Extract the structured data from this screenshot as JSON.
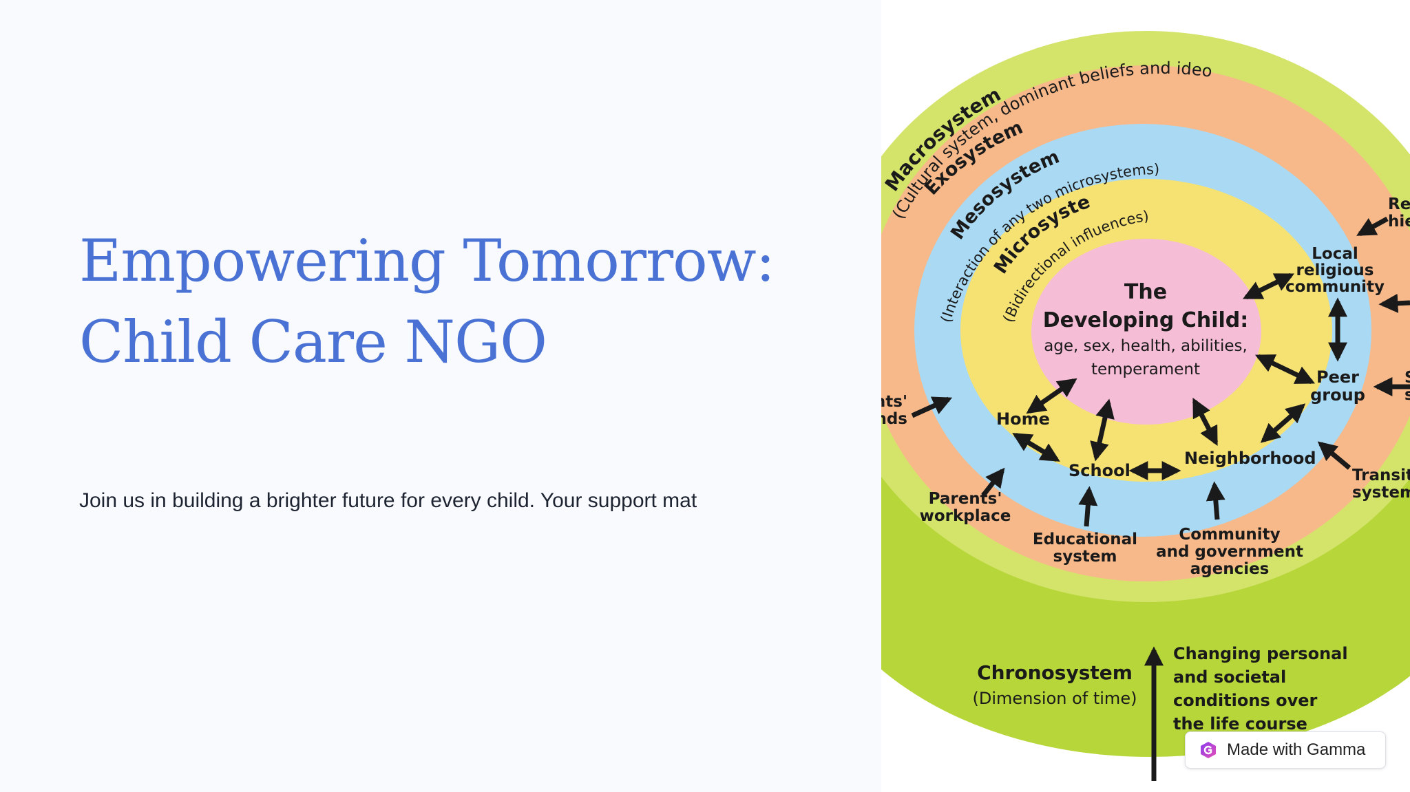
{
  "slide": {
    "title": "Empowering Tomorrow: Child Care NGO",
    "subtitle": "Join us in building a brighter future for every child. Your support mat"
  },
  "diagram": {
    "macrosystem": {
      "label": "Macrosystem",
      "description": "(Cultural system, dominant beliefs and ideologies"
    },
    "exosystem": "Exosystem",
    "mesosystem": {
      "label": "Mesosystem",
      "description": "(Interaction of any two microsystems)"
    },
    "microsystem": {
      "label": "Microsystem",
      "description": "(Bidirectional influences)"
    },
    "center": {
      "line1": "The",
      "line2": "Developing Child:",
      "line3": "age, sex, health, abilities,",
      "line4": "temperament"
    },
    "micro_nodes": {
      "home": "Home",
      "school": "School",
      "neighborhood": "Neighborhood",
      "peer_line1": "Peer",
      "peer_line2": "group",
      "religious_line1": "Local",
      "religious_line2": "religious",
      "religious_line3": "community"
    },
    "exo_nodes": {
      "workplace_line1": "Parents'",
      "workplace_line2": "workplace",
      "edu_line1": "Educational",
      "edu_line2": "system",
      "agencies_line1": "Community",
      "agencies_line2": "and government",
      "agencies_line3": "agencies",
      "friends_line1": "Parents'",
      "friends_line2": "friends",
      "transit_line1": "Transit",
      "transit_line2": "system",
      "religious_hier_line1": "Religious",
      "religious_hier_line2": "hierarchy",
      "services_line1": "Social",
      "services_line2": "services"
    },
    "chronosystem": {
      "label": "Chronosystem",
      "description": "(Dimension of time)",
      "note_line1": "Changing personal",
      "note_line2": "and societal",
      "note_line3": "conditions over",
      "note_line4": "the life course"
    },
    "colors": {
      "macro": "#d4e46b",
      "chrono": "#b7d63a",
      "exo": "#f7b98a",
      "meso": "#a9d9f3",
      "micro": "#f6e272",
      "child": "#f5bdd6"
    }
  },
  "badge": {
    "label": "Made with Gamma",
    "icon": "gamma-logo-icon"
  }
}
